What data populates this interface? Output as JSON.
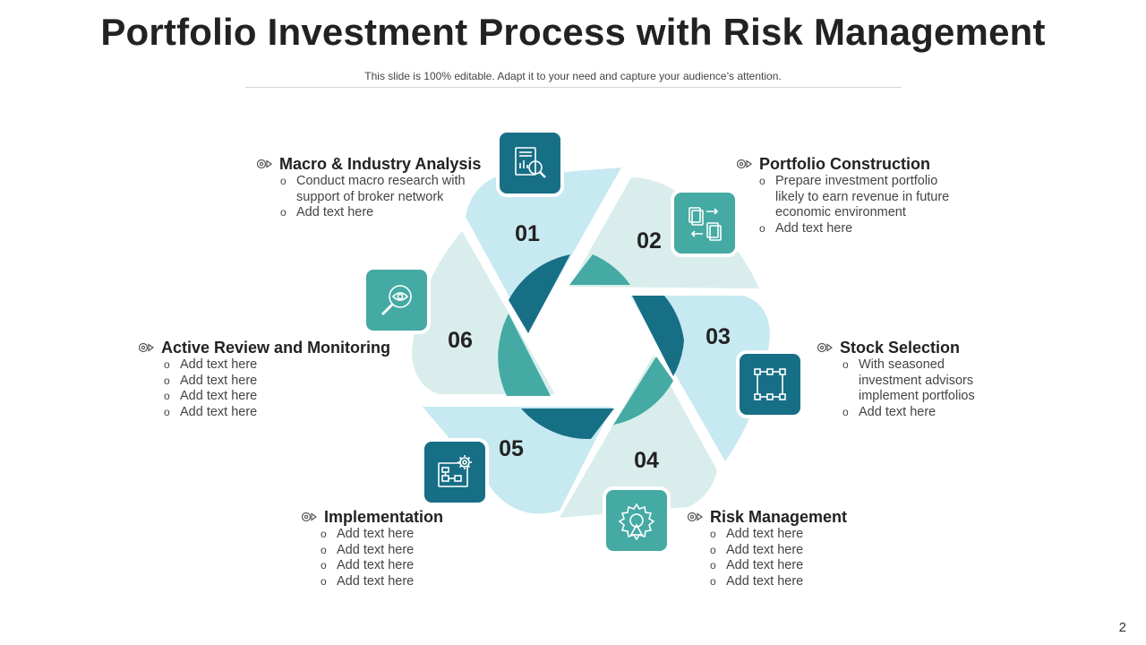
{
  "title": "Portfolio Investment Process with Risk Management",
  "subtitle": "This slide is 100% editable. Adapt it to your need and capture your audience’s attention.",
  "page_number": "2",
  "colors": {
    "dark_teal": "#176f86",
    "mid_teal": "#44aaa3",
    "light_blue": "#c7e9f1",
    "pale_green": "#d9eeec"
  },
  "steps": [
    {
      "number": "01",
      "title": "Macro & Industry Analysis",
      "icon": "report-magnifier-icon",
      "bullets": [
        "Conduct macro research with support of broker network",
        "Add text here"
      ]
    },
    {
      "number": "02",
      "title": "Portfolio Construction",
      "icon": "document-exchange-icon",
      "bullets": [
        "Prepare investment portfolio likely to earn revenue in future economic environment",
        "Add text here"
      ]
    },
    {
      "number": "03",
      "title": "Stock Selection",
      "icon": "selection-square-icon",
      "bullets": [
        "With seasoned investment advisors implement portfolios",
        "Add text here"
      ]
    },
    {
      "number": "04",
      "title": "Risk Management",
      "icon": "gear-warning-icon",
      "bullets": [
        "Add text here",
        "Add text here",
        "Add text here",
        "Add text here"
      ]
    },
    {
      "number": "05",
      "title": "Implementation",
      "icon": "flowchart-gear-icon",
      "bullets": [
        "Add text here",
        "Add text here",
        "Add text here",
        "Add text here"
      ]
    },
    {
      "number": "06",
      "title": "Active Review and Monitoring",
      "icon": "eye-magnifier-icon",
      "bullets": [
        "Add text here",
        "Add text here",
        "Add text here",
        "Add text here"
      ]
    }
  ]
}
